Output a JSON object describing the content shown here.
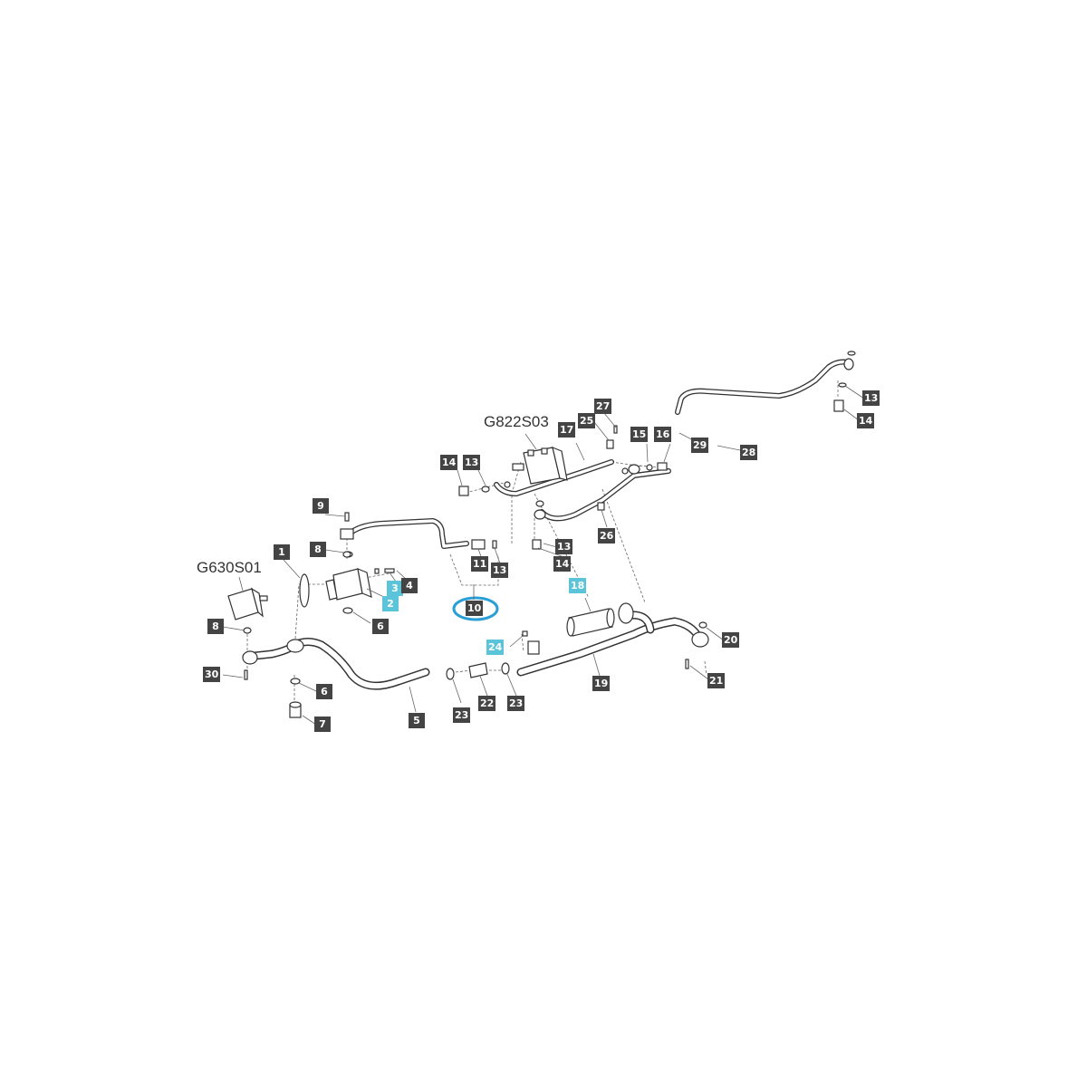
{
  "assemblies": {
    "upper": "G822S03",
    "left": "G630S01"
  },
  "callouts": [
    {
      "id": "c9",
      "label": "9",
      "hl": false
    },
    {
      "id": "c8a",
      "label": "8",
      "hl": false
    },
    {
      "id": "c1",
      "label": "1",
      "hl": false
    },
    {
      "id": "c3",
      "label": "3",
      "hl": true
    },
    {
      "id": "c4",
      "label": "4",
      "hl": false
    },
    {
      "id": "c2",
      "label": "2",
      "hl": true
    },
    {
      "id": "c6a",
      "label": "6",
      "hl": false
    },
    {
      "id": "c8b",
      "label": "8",
      "hl": false
    },
    {
      "id": "c30",
      "label": "30",
      "hl": false
    },
    {
      "id": "c6b",
      "label": "6",
      "hl": false
    },
    {
      "id": "c7",
      "label": "7",
      "hl": false
    },
    {
      "id": "c5",
      "label": "5",
      "hl": false
    },
    {
      "id": "c14a",
      "label": "14",
      "hl": false
    },
    {
      "id": "c13a",
      "label": "13",
      "hl": false
    },
    {
      "id": "c11",
      "label": "11",
      "hl": false
    },
    {
      "id": "c13b",
      "label": "13",
      "hl": false
    },
    {
      "id": "c10",
      "label": "10",
      "hl": false
    },
    {
      "id": "c17",
      "label": "17",
      "hl": false
    },
    {
      "id": "c25",
      "label": "25",
      "hl": false
    },
    {
      "id": "c27",
      "label": "27",
      "hl": false
    },
    {
      "id": "c15",
      "label": "15",
      "hl": false
    },
    {
      "id": "c16",
      "label": "16",
      "hl": false
    },
    {
      "id": "c29",
      "label": "29",
      "hl": false
    },
    {
      "id": "c28",
      "label": "28",
      "hl": false
    },
    {
      "id": "c13c",
      "label": "13",
      "hl": false
    },
    {
      "id": "c14b",
      "label": "14",
      "hl": false
    },
    {
      "id": "c26",
      "label": "26",
      "hl": false
    },
    {
      "id": "c13d",
      "label": "13",
      "hl": false
    },
    {
      "id": "c14c",
      "label": "14",
      "hl": false
    },
    {
      "id": "c18",
      "label": "18",
      "hl": true
    },
    {
      "id": "c24",
      "label": "24",
      "hl": true
    },
    {
      "id": "c23a",
      "label": "23",
      "hl": false
    },
    {
      "id": "c22",
      "label": "22",
      "hl": false
    },
    {
      "id": "c23b",
      "label": "23",
      "hl": false
    },
    {
      "id": "c19",
      "label": "19",
      "hl": false
    },
    {
      "id": "c20",
      "label": "20",
      "hl": false
    },
    {
      "id": "c21",
      "label": "21",
      "hl": false
    }
  ],
  "colors": {
    "callout_bg": "#444444",
    "callout_highlight_bg": "#5bc4d8",
    "highlight_ring": "#2a9fd6",
    "line": "#333333"
  }
}
